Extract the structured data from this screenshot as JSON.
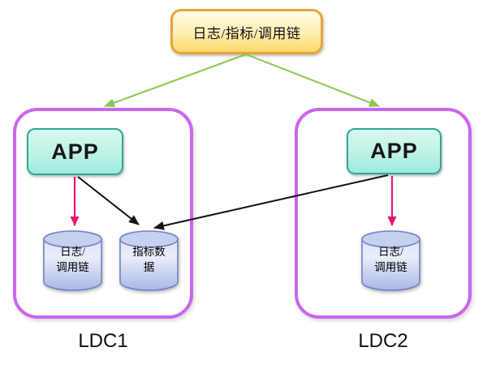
{
  "top": {
    "label": "日志/指标/调用链"
  },
  "ldc1": {
    "label": "LDC1",
    "app": "APP",
    "db1": {
      "line1": "日志/",
      "line2": "调用链"
    },
    "db2": {
      "line1": "指标数",
      "line2": "据"
    }
  },
  "ldc2": {
    "label": "LDC2",
    "app": "APP",
    "db1": {
      "line1": "日志/",
      "line2": "调用链"
    }
  },
  "edges": [
    {
      "from": "source-box",
      "to": "ldc1-zone",
      "color": "green",
      "style": "arrow"
    },
    {
      "from": "source-box",
      "to": "ldc2-zone",
      "color": "green",
      "style": "arrow"
    },
    {
      "from": "ldc1-app",
      "to": "ldc1-logs-trace-db",
      "color": "pink",
      "style": "arrow"
    },
    {
      "from": "ldc1-app",
      "to": "ldc1-metrics-db",
      "color": "black",
      "style": "arrow"
    },
    {
      "from": "ldc2-app",
      "to": "ldc2-logs-trace-db",
      "color": "pink",
      "style": "arrow"
    },
    {
      "from": "ldc2-app",
      "to": "ldc1-metrics-db",
      "color": "black",
      "style": "arrow"
    }
  ],
  "colors": {
    "zone_border": "#ca66ef",
    "app_border": "#2fa795",
    "app_fill_top": "#d9f8ef",
    "app_fill_bottom": "#9feadf",
    "source_border": "#e8a43c",
    "source_fill_top": "#fefbe8",
    "source_fill_bottom": "#fbd96a",
    "db_border": "#7283c8",
    "db_fill_top": "#e9edfa",
    "db_fill_bottom": "#a9b7e4",
    "db_top_ellipse": "#c6d0ef",
    "arrow_green": "#84c94c",
    "arrow_pink": "#eb146e",
    "arrow_black": "#141414"
  }
}
